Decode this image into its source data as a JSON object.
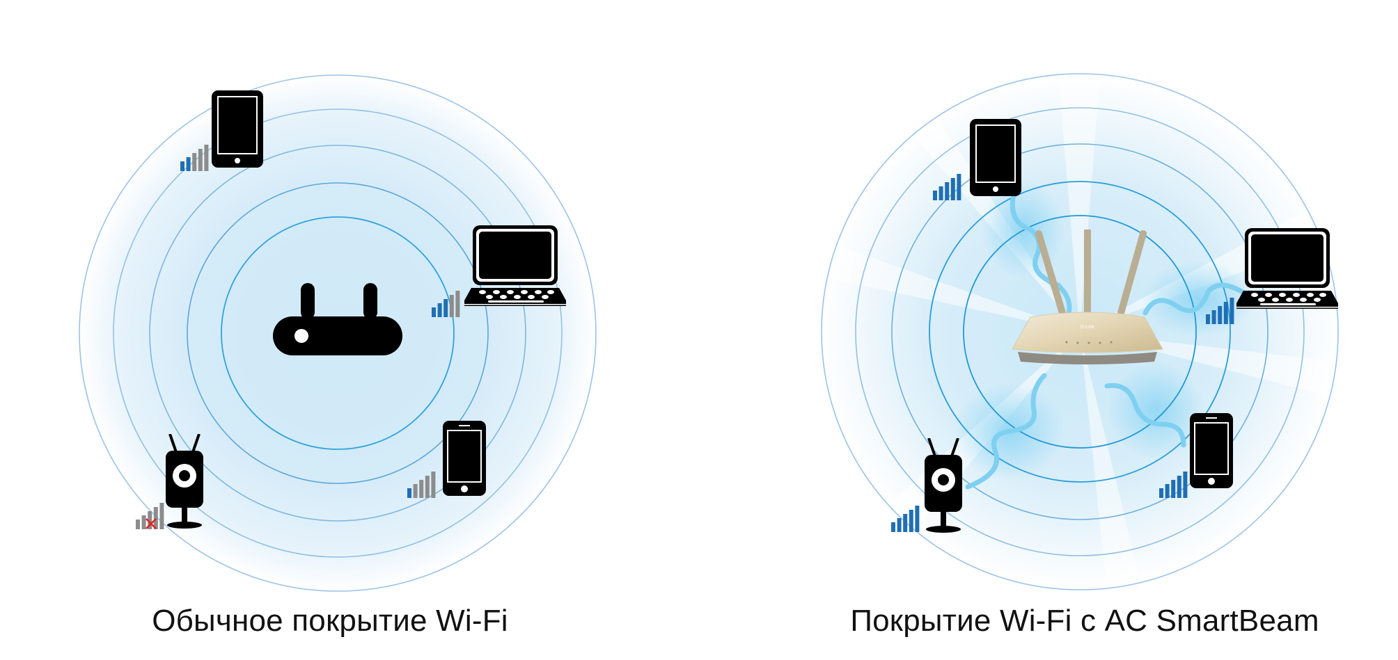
{
  "panels": [
    {
      "id": "standard",
      "caption": "Обычное покрытие Wi-Fi",
      "router_icon": "router-icon",
      "devices": [
        {
          "icon": "tablet-icon",
          "signal_bars": 2,
          "total_bars": 5,
          "disconnected": false
        },
        {
          "icon": "laptop-icon",
          "signal_bars": 3,
          "total_bars": 5,
          "disconnected": false
        },
        {
          "icon": "smartphone-icon",
          "signal_bars": 1,
          "total_bars": 5,
          "disconnected": false
        },
        {
          "icon": "ip-camera-icon",
          "signal_bars": 0,
          "total_bars": 5,
          "disconnected": true
        }
      ]
    },
    {
      "id": "smartbeam",
      "caption": "Покрытие Wi-Fi с AC SmartBeam",
      "router_icon": "dlink-router-icon",
      "devices": [
        {
          "icon": "tablet-icon",
          "signal_bars": 5,
          "total_bars": 5,
          "disconnected": false
        },
        {
          "icon": "laptop-icon",
          "signal_bars": 5,
          "total_bars": 5,
          "disconnected": false
        },
        {
          "icon": "smartphone-icon",
          "signal_bars": 5,
          "total_bars": 5,
          "disconnected": false
        },
        {
          "icon": "ip-camera-icon",
          "signal_bars": 5,
          "total_bars": 5,
          "disconnected": false
        }
      ]
    }
  ],
  "colors": {
    "signal_on": "#1f6fb4",
    "signal_off": "#8c8c8c",
    "ring": "#8fbde6",
    "ring_inner": "#2ea3dc",
    "beam": "#7fd0f0",
    "no_signal_mark": "#e52020"
  }
}
